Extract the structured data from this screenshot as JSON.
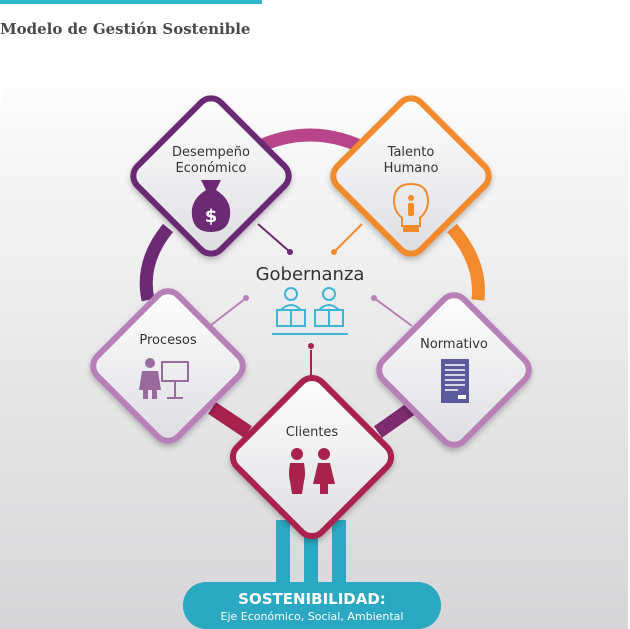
{
  "header": {
    "title": "Modelo de Gestión Sostenible"
  },
  "center": {
    "label": "Gobernanza"
  },
  "nodes": {
    "desempeno": {
      "line1": "Desempeño",
      "line2": "Económico",
      "symbol": "$"
    },
    "talento": {
      "line1": "Talento",
      "line2": "Humano"
    },
    "procesos": {
      "label": "Procesos"
    },
    "normativo": {
      "label": "Normativo"
    },
    "clientes": {
      "label": "Clientes"
    }
  },
  "footer": {
    "title": "SOSTENIBILIDAD:",
    "subtitle": "Eje Económico, Social, Ambiental"
  },
  "colors": {
    "accent": "#2eb8c9",
    "purple_dark": "#6b2a73",
    "orange": "#f28a2e",
    "violet": "#b780b8",
    "crimson": "#a8224e",
    "teal": "#2ba8c2",
    "cyan": "#3cb6d4",
    "navy": "#5a5a9c"
  }
}
